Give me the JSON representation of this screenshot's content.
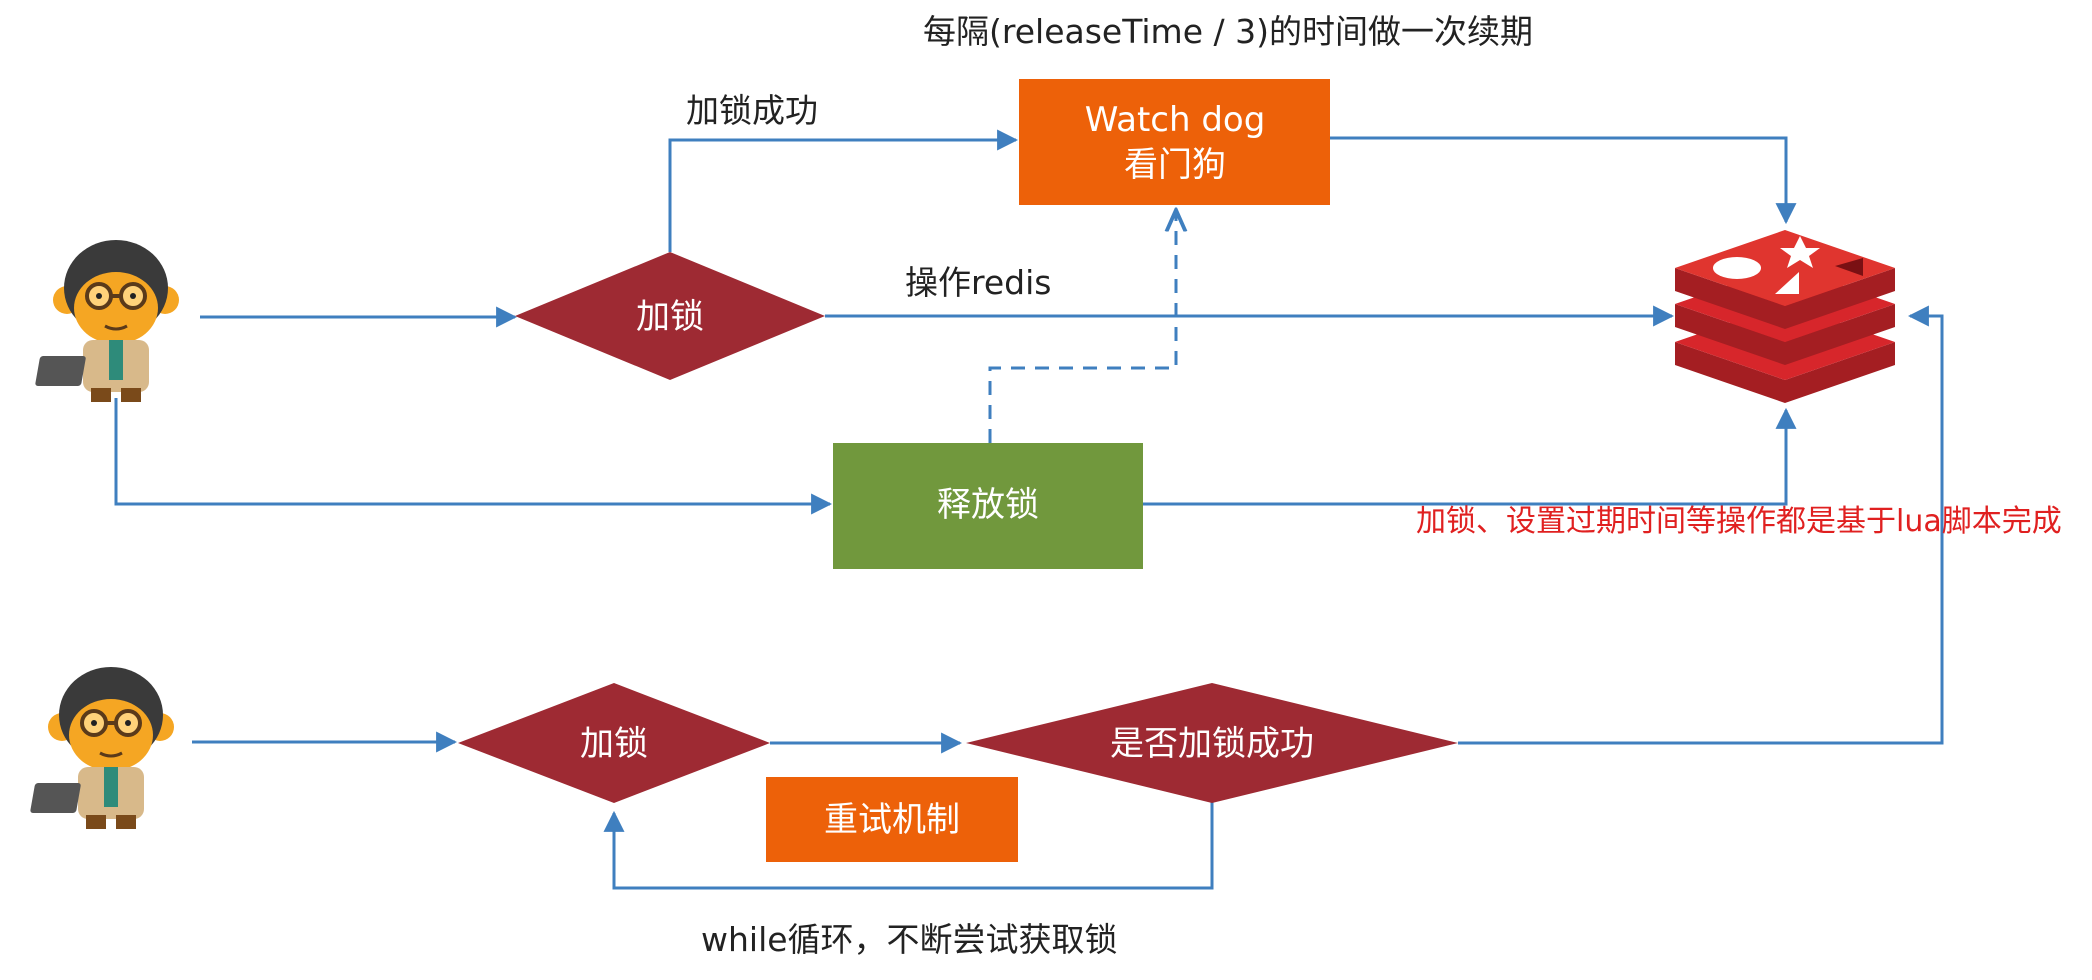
{
  "colors": {
    "edge": "#3f7fbf",
    "diamond": "#9e2a33",
    "watchdog": "#ed6109",
    "release": "#71983d",
    "retry": "#ed6109",
    "note": "#e02020",
    "redis": "#d7262b"
  },
  "nodes": {
    "watchdog": {
      "line1": "Watch dog",
      "line2": "看门狗"
    },
    "lock_top": {
      "label": "加锁"
    },
    "release": {
      "label": "释放锁"
    },
    "lock_bottom": {
      "label": "加锁"
    },
    "check_success": {
      "label": "是否加锁成功"
    },
    "retry": {
      "label": "重试机制"
    }
  },
  "labels": {
    "renewal": "每隔(releaseTime / 3)的时间做一次续期",
    "lock_success": "加锁成功",
    "operate_redis": "操作redis",
    "lua_note": "加锁、设置过期时间等操作都是基于lua脚本完成",
    "while_loop": "while循环，不断尝试获取锁"
  },
  "icons": {
    "client_top": "monkey-developer-icon",
    "client_bottom": "monkey-developer-icon",
    "redis": "redis-icon"
  }
}
